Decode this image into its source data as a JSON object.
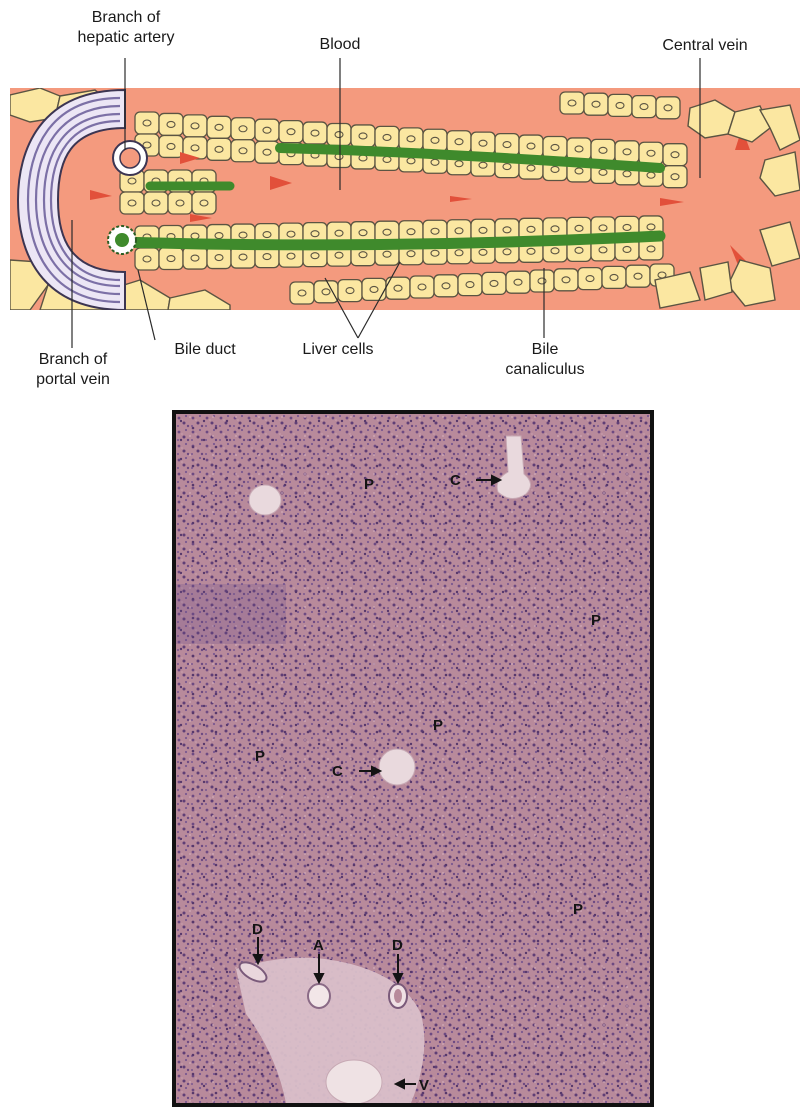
{
  "diagram": {
    "labels": {
      "hepatic_artery": [
        "Branch of",
        "hepatic artery"
      ],
      "blood": "Blood",
      "central_vein": "Central vein",
      "portal_vein": [
        "Branch of",
        "portal vein"
      ],
      "bile_duct": "Bile duct",
      "liver_cells": "Liver cells",
      "bile_canaliculus": [
        "Bile",
        "canaliculus"
      ]
    },
    "colors": {
      "blood": "#f49a7e",
      "cell_fill": "#fbe7a1",
      "cell_stroke": "#5b5442",
      "canaliculus": "#3f8a2c",
      "portal_stripes": "#b9afd6",
      "arrow": "#e2503a"
    }
  },
  "micrograph": {
    "labels": {
      "p1": "P",
      "c1": "C",
      "p2": "P",
      "p3": "P",
      "p4": "P",
      "c2": "C",
      "p5": "P",
      "d1": "D",
      "a": "A",
      "d2": "D",
      "v": "V"
    },
    "colors": {
      "tissue": "#b88a9b",
      "nuclei": "#6d4a82",
      "vessel": "#ecdde0"
    }
  }
}
